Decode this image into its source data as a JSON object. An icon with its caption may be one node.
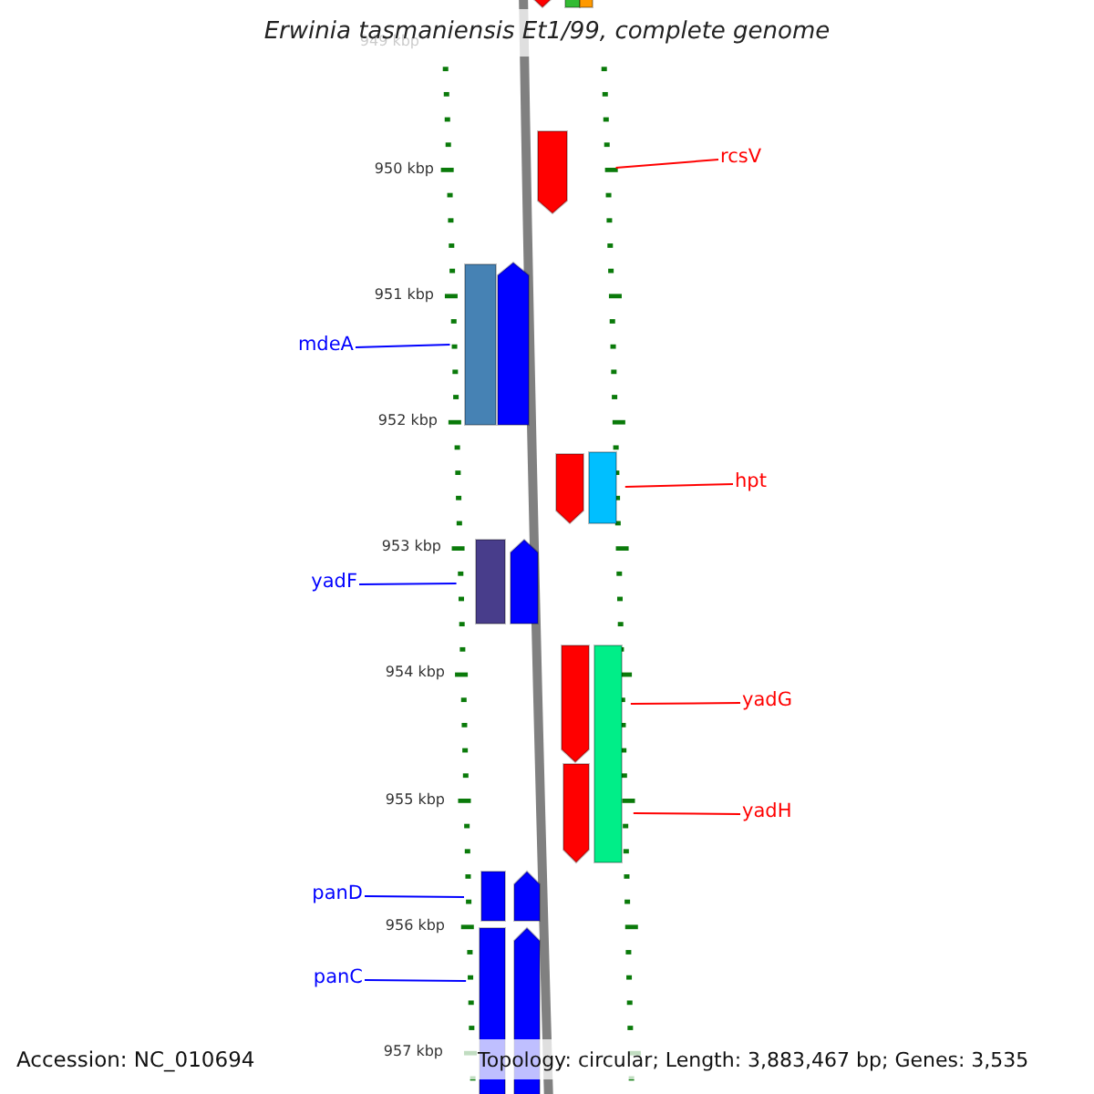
{
  "diagram": {
    "title": "Erwinia tasmaniensis Et1/99, complete genome",
    "nodes": [
      {
        "text": [
          "rcsV"
        ]
      },
      {
        "text": [
          "mdeA"
        ]
      },
      {
        "text": [
          "hpt"
        ]
      },
      {
        "text": [
          "yadF"
        ]
      },
      {
        "text": [
          "yadG"
        ]
      },
      {
        "text": [
          "yadH"
        ]
      },
      {
        "text": [
          "panD"
        ]
      },
      {
        "text": [
          "panC"
        ]
      },
      {
        "text": [],
        "shape": "line"
      },
      {
        "text": [],
        "shape": "line"
      }
    ],
    "edges": [
      {
        "from": 0,
        "to": 9,
        "arrow": "none"
      },
      {
        "from": 1,
        "to": 8,
        "arrow": "none",
        "color": "#0000ff"
      },
      {
        "from": 2,
        "to": 9,
        "arrow": "none"
      },
      {
        "from": 3,
        "to": 8,
        "arrow": "none",
        "color": "#0000ff"
      },
      {
        "from": 4,
        "to": 9,
        "arrow": "none"
      },
      {
        "from": 5,
        "to": 9,
        "arrow": "none"
      },
      {
        "from": 6,
        "to": 8,
        "arrow": "none",
        "color": "#0000ff"
      },
      {
        "from": 7,
        "to": 8,
        "arrow": "none",
        "color": "#0000ff"
      }
    ],
    "labels": [
      "949 kbp",
      "950 kbp",
      "951 kbp",
      "952 kbp",
      "953 kbp",
      "954 kbp",
      "955 kbp",
      "956 kbp",
      "957 kbp",
      "Accession: NC_010694",
      "Topology: circular; Length: 3,883,467 bp; Genes: 3,535"
    ]
  }
}
